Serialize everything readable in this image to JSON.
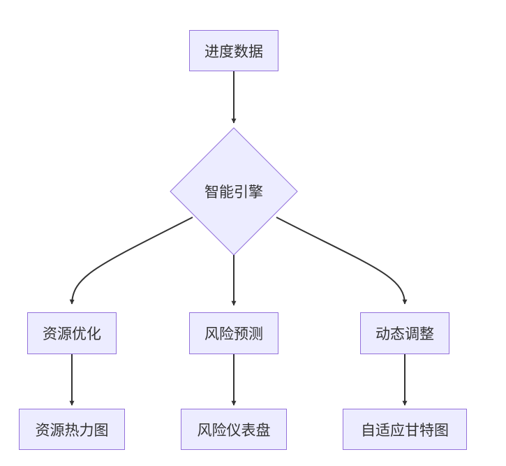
{
  "diagram": {
    "colors": {
      "node_fill": "#ECECFF",
      "node_stroke": "#9370DB",
      "edge": "#333333",
      "text": "#333333"
    },
    "nodes": {
      "progress_data": "进度数据",
      "smart_engine": "智能引擎",
      "resource_optimization": "资源优化",
      "risk_prediction": "风险预测",
      "dynamic_adjustment": "动态调整",
      "resource_heatmap": "资源热力图",
      "risk_dashboard": "风险仪表盘",
      "adaptive_gantt": "自适应甘特图"
    },
    "edges": [
      [
        "progress_data",
        "smart_engine"
      ],
      [
        "smart_engine",
        "resource_optimization"
      ],
      [
        "smart_engine",
        "risk_prediction"
      ],
      [
        "smart_engine",
        "dynamic_adjustment"
      ],
      [
        "resource_optimization",
        "resource_heatmap"
      ],
      [
        "risk_prediction",
        "risk_dashboard"
      ],
      [
        "dynamic_adjustment",
        "adaptive_gantt"
      ]
    ]
  }
}
